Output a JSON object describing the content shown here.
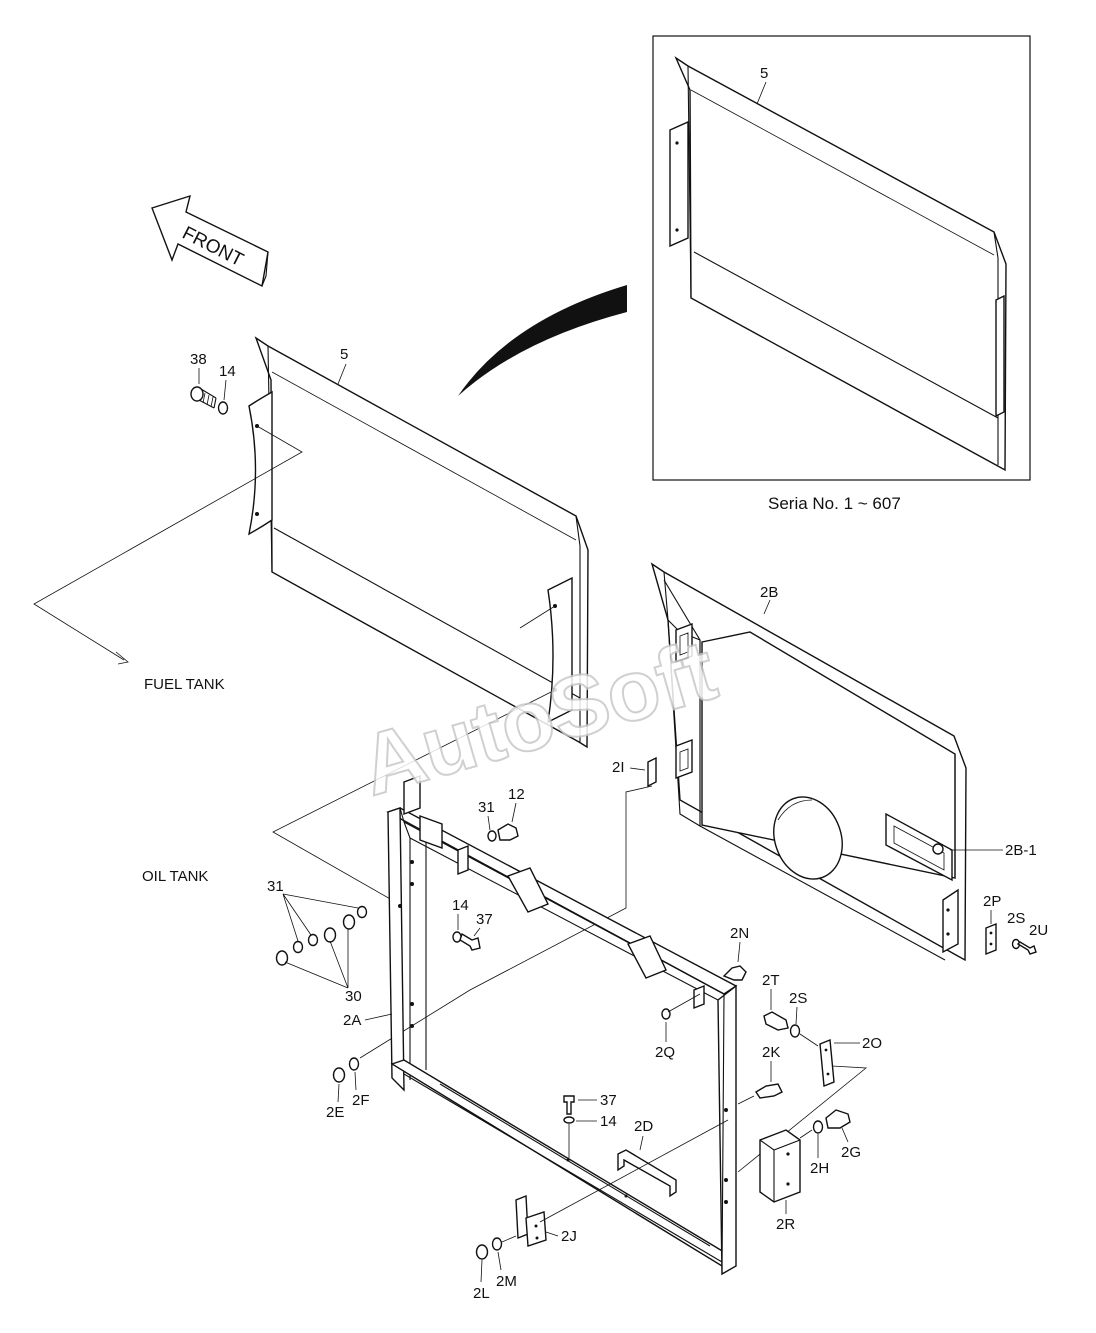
{
  "direction_arrow": {
    "label": "FRONT",
    "icon": "front-arrow-icon"
  },
  "inset": {
    "caption": "Seria No. 1 ~ 607",
    "part_label": "5"
  },
  "annotations": {
    "fuel_tank": "FUEL TANK",
    "oil_tank": "OIL TANK"
  },
  "watermark": "AutoSoft",
  "part_labels": {
    "p38": "38",
    "p14a": "14",
    "p5": "5",
    "p31a": "31",
    "p12": "12",
    "p14b": "14",
    "p37a": "37",
    "p31b": "31",
    "p30": "30",
    "p2A": "2A",
    "p2E": "2E",
    "p2F": "2F",
    "p2B": "2B",
    "p2I": "2I",
    "p2B1": "2B-1",
    "p2P": "2P",
    "p2S_right": "2S",
    "p2U": "2U",
    "p2N": "2N",
    "p2T": "2T",
    "p2S": "2S",
    "p2O": "2O",
    "p2Q": "2Q",
    "p2K": "2K",
    "p37b": "37",
    "p14c": "14",
    "p2D": "2D",
    "p2H": "2H",
    "p2G": "2G",
    "p2R": "2R",
    "p2J": "2J",
    "p2L": "2L",
    "p2M": "2M"
  }
}
